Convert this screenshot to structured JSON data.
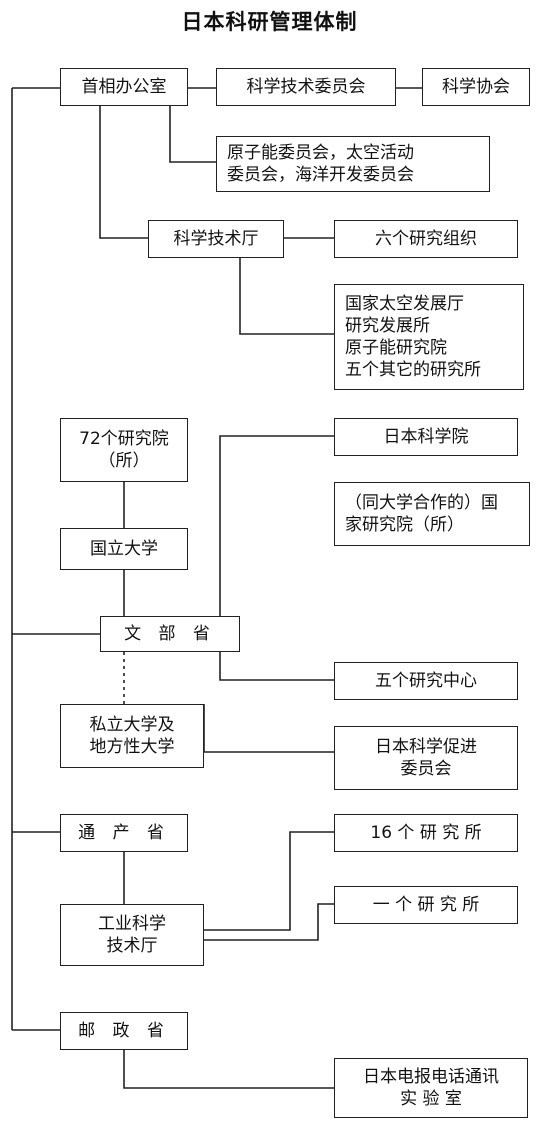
{
  "title": "日本科研管理体制",
  "nodes": {
    "pm_office": "首相办公室",
    "sci_tech_council": "科学技术委员会",
    "science_association": "科学协会",
    "committees": "原子能委员会，太空活动\n委员会，海洋开发委员会",
    "sta": "科学技术厅",
    "six_orgs": "六个研究组织",
    "sta_institutes": "国家太空发展厅\n研究发展所\n原子能研究院\n五个其它的研究所",
    "inst72": "72个研究院\n（所）",
    "academy": "日本科学院",
    "national_univ": "国立大学",
    "coop_inst": "（同大学合作的）国\n家研究院（所）",
    "mext": "文 部 省",
    "five_centers": "五个研究中心",
    "private_univ": "私立大学及\n地方性大学",
    "jsps": "日本科学促进\n委员会",
    "miti": "通 产 省",
    "inst16": "16 个 研 究 所",
    "aist": "工业科学\n技术厅",
    "one_inst": "一 个 研 究 所",
    "post": "邮 政 省",
    "ntt_lab": "日本电报电话通讯\n实 验 室"
  }
}
